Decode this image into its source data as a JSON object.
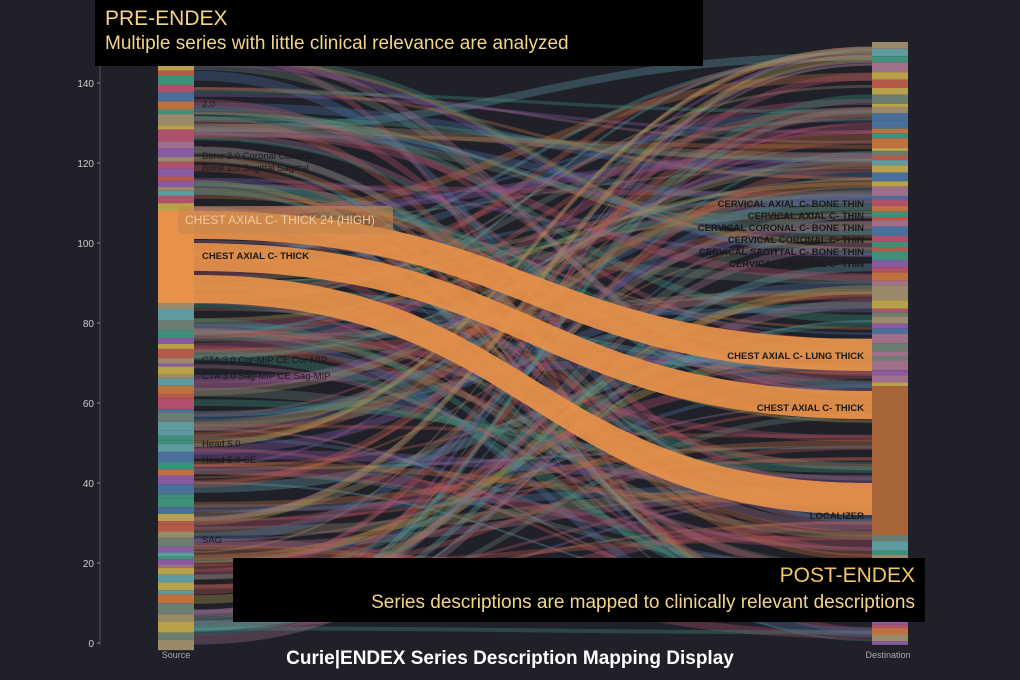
{
  "header": {
    "title": "PRE-ENDEX",
    "subtitle": "Multiple series with little clinical relevance are analyzed"
  },
  "footer_box": {
    "title": "POST-ENDEX",
    "subtitle": "Series descriptions are mapped to clinically relevant descriptions"
  },
  "caption": "Curie|ENDEX Series Description Mapping Display",
  "chart_data": {
    "type": "sankey",
    "yticks": [
      0,
      20,
      40,
      60,
      80,
      100,
      120,
      140
    ],
    "ylim": [
      0,
      148
    ],
    "source_axis_label": "Source",
    "destination_axis_label": "Destination",
    "highlight_color": "#e8914a",
    "tooltip": "CHEST AXIAL C- THICK 24 (HIGH)",
    "source_labels": [
      {
        "text": "2.0",
        "value": 135
      },
      {
        "text": "Bone 2.0",
        "value": 125
      },
      {
        "text": "Bone 2.0 Coronal   Coronal",
        "value": 122
      },
      {
        "text": "Bone 2.0 Sagittal   Sagittal",
        "value": 119
      },
      {
        "text": "CHEST AXIAL C- THICK",
        "value": 97
      },
      {
        "text": "CTA 3.0 Cor-MIP CE  Cor-MIP",
        "value": 71
      },
      {
        "text": "CTA 3.0 Sag-MIP CE  Sag-MIP",
        "value": 67
      },
      {
        "text": "Head 5.0",
        "value": 50
      },
      {
        "text": "Head 5.0  CE",
        "value": 46
      },
      {
        "text": "SAG",
        "value": 26
      }
    ],
    "destination_labels": [
      {
        "text": "CERVICAL AXIAL C- BONE THIN",
        "value": 110
      },
      {
        "text": "CERVICAL AXIAL C- THIN",
        "value": 107
      },
      {
        "text": "CERVICAL CORONAL C- BONE THIN",
        "value": 104
      },
      {
        "text": "CERVICAL CORONAL C- THIN",
        "value": 101
      },
      {
        "text": "CERVICAL SAGITTAL C- BONE THIN",
        "value": 98
      },
      {
        "text": "CERVICAL SAGITTAL C- THIN",
        "value": 95
      },
      {
        "text": "CHEST AXIAL C- LUNG THICK",
        "value": 72
      },
      {
        "text": "CHEST AXIAL C- THICK",
        "value": 59
      },
      {
        "text": "LOCALIZER",
        "value": 32
      }
    ],
    "main_flows": [
      {
        "source": "CHEST AXIAL C- THICK",
        "from": [
          101,
          108
        ],
        "to": [
          68,
          76
        ],
        "target": "CHEST AXIAL C- LUNG THICK"
      },
      {
        "source": "CHEST AXIAL C- THICK",
        "from": [
          93,
          100
        ],
        "to": [
          56,
          63
        ],
        "target": "CHEST AXIAL C- THICK"
      },
      {
        "source": "CHEST AXIAL C- THICK",
        "from": [
          85,
          92
        ],
        "to": [
          32,
          40
        ],
        "target": "LOCALIZER"
      }
    ]
  }
}
